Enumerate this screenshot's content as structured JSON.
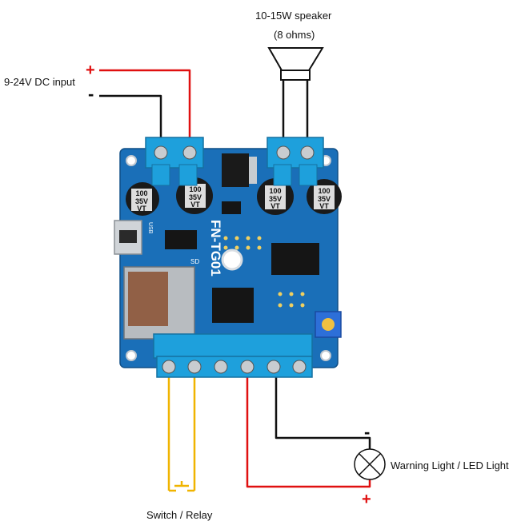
{
  "labels": {
    "speaker_line1": "10-15W speaker",
    "speaker_line2": "(8 ohms)",
    "dc_input": "9-24V DC input",
    "switch": "Switch / Relay",
    "lamp": "Warning Light / LED Light",
    "plus": "+",
    "minus": "-"
  },
  "board": {
    "model": "FN-TG01",
    "capacitor_value": "100",
    "capacitor_voltage": "35V",
    "capacitor_series": "VT",
    "sd_label": "SD",
    "usb_label": "USB"
  },
  "colors": {
    "pcb": "#1a6fb8",
    "terminal": "#1ea0dc",
    "positive_wire": "#e01010",
    "negative_wire": "#111111",
    "switch_wire": "#f0b400"
  }
}
